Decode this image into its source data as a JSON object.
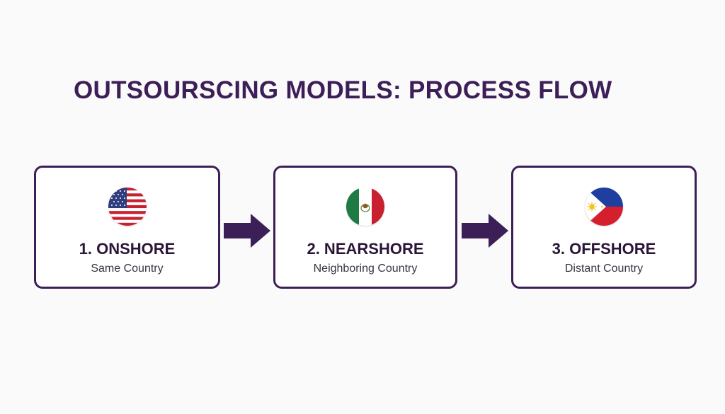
{
  "title": "OUTSOURSCING MODELS: PROCESS FLOW",
  "steps": [
    {
      "label": "1. ONSHORE",
      "subtitle": "Same Country",
      "icon": "usa-flag-icon"
    },
    {
      "label": "2. NEARSHORE",
      "subtitle": "Neighboring Country",
      "icon": "mexico-flag-icon"
    },
    {
      "label": "3. OFFSHORE",
      "subtitle": "Distant Country",
      "icon": "philippines-flag-icon"
    }
  ],
  "colors": {
    "accent": "#3d1f57",
    "background": "#fbfafb"
  }
}
